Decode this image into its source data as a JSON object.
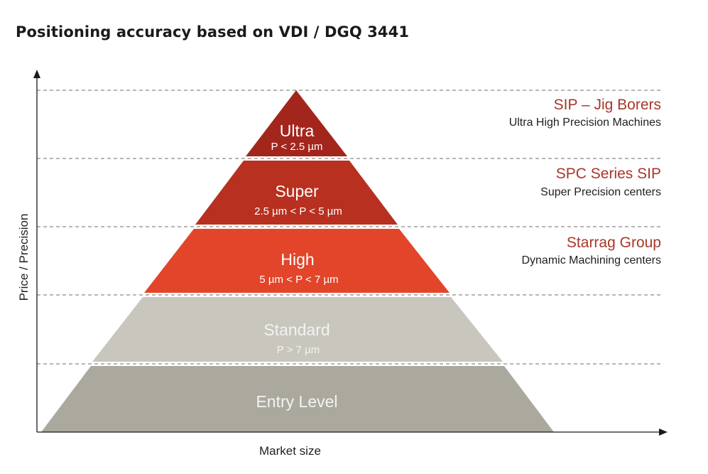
{
  "title": "Positioning accuracy based on VDI / DGQ 3441",
  "axes": {
    "y_label": "Price / Precision",
    "x_label": "Market size"
  },
  "tiers": [
    {
      "name": "Ultra",
      "range": "P < 2.5 µm",
      "color": "#a3261c"
    },
    {
      "name": "Super",
      "range": "2.5 µm < P < 5 µm",
      "color": "#b8301f"
    },
    {
      "name": "High",
      "range": "5 µm < P < 7 µm",
      "color": "#e2452a"
    },
    {
      "name": "Standard",
      "range": "P > 7 µm",
      "color": "#c8c6bd"
    },
    {
      "name": "Entry Level",
      "range": "",
      "color": "#aba99e"
    }
  ],
  "categories": [
    {
      "heading": "SIP – Jig Borers",
      "subtitle": "Ultra High Precision Machines"
    },
    {
      "heading": "SPC Series SIP",
      "subtitle": "Super Precision centers"
    },
    {
      "heading": "Starrag Group",
      "subtitle": "Dynamic Machining centers"
    }
  ],
  "colors": {
    "accent_text": "#a8372a",
    "dashed_line": "#8a8a8a",
    "axis": "#1a1a1a"
  }
}
